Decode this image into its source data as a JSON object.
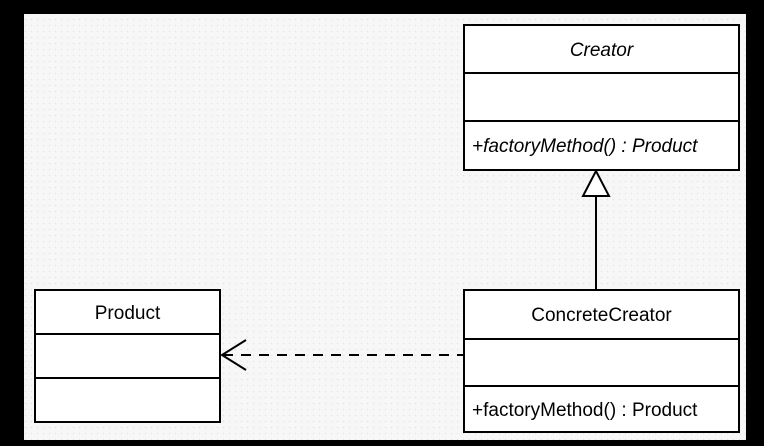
{
  "diagram": {
    "type": "uml-class-diagram",
    "background_color": "#f7f7f7",
    "border_color": "#000000",
    "classes": {
      "creator": {
        "name": "Creator",
        "name_italic": true,
        "attributes": "",
        "method": "+factoryMethod() : Product",
        "method_italic": true
      },
      "product": {
        "name": "Product",
        "name_italic": false,
        "attributes": "",
        "method": ""
      },
      "concrete_creator": {
        "name": "ConcreteCreator",
        "name_italic": false,
        "attributes": "",
        "method": "+factoryMethod() : Product",
        "method_italic": false
      }
    },
    "relationships": [
      {
        "type": "generalization",
        "from": "ConcreteCreator",
        "to": "Creator",
        "line_style": "solid",
        "arrowhead": "hollow-triangle"
      },
      {
        "type": "dependency",
        "from": "ConcreteCreator",
        "to": "Product",
        "line_style": "dashed",
        "arrowhead": "open-arrow"
      }
    ]
  }
}
